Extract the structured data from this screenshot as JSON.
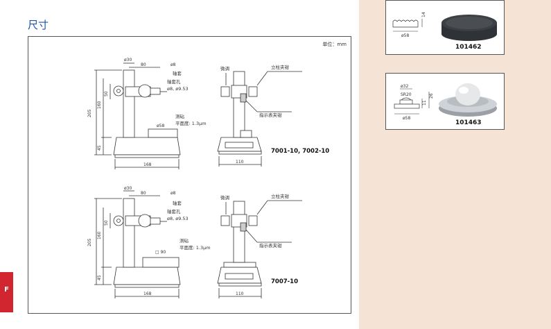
{
  "section": {
    "title": "尺寸",
    "side_tab": "F",
    "unit": "单位：mm"
  },
  "stand_top": {
    "model": "7001-10, 7002-10",
    "dims": {
      "dia30": "ø30",
      "w80": "80",
      "dia8": "ø8",
      "h205": "205",
      "h160": "160",
      "h50": "50",
      "h45": "45",
      "w168": "168",
      "w110": "110",
      "dia58": "ø58"
    },
    "callouts": {
      "sleeve": "轴套",
      "bore": "轴套孔",
      "bore_dia": "ø8, ø9.53",
      "anvil": "测砧",
      "flatness": "平面度: 1.3μm",
      "fine_adj": "微调",
      "post_clamp": "立柱夹钳",
      "ind_clamp": "指示表夹钳"
    }
  },
  "stand_bottom": {
    "model": "7007-10",
    "dims": {
      "dia30": "ø30",
      "w80": "80",
      "dia8": "ø8",
      "h205": "205",
      "h160": "160",
      "h50": "50",
      "h45": "45",
      "w168": "168",
      "w110": "110",
      "sq90": "□ 90"
    },
    "callouts": {
      "sleeve": "轴套",
      "bore": "轴套孔",
      "bore_dia": "ø8, ø9.53",
      "anvil": "测砧",
      "flatness": "平面度: 1.3μm",
      "fine_adj": "微调",
      "post_clamp": "立柱夹钳",
      "ind_clamp": "指示表夹钳"
    }
  },
  "acc1": {
    "code": "101462",
    "dims": {
      "h14": "14",
      "dia58": "ø58"
    }
  },
  "acc2": {
    "code": "101463",
    "dims": {
      "dia32": "ø32",
      "sr20": "SR20",
      "h11": "11",
      "h26": "26",
      "dia58": "ø58"
    }
  }
}
